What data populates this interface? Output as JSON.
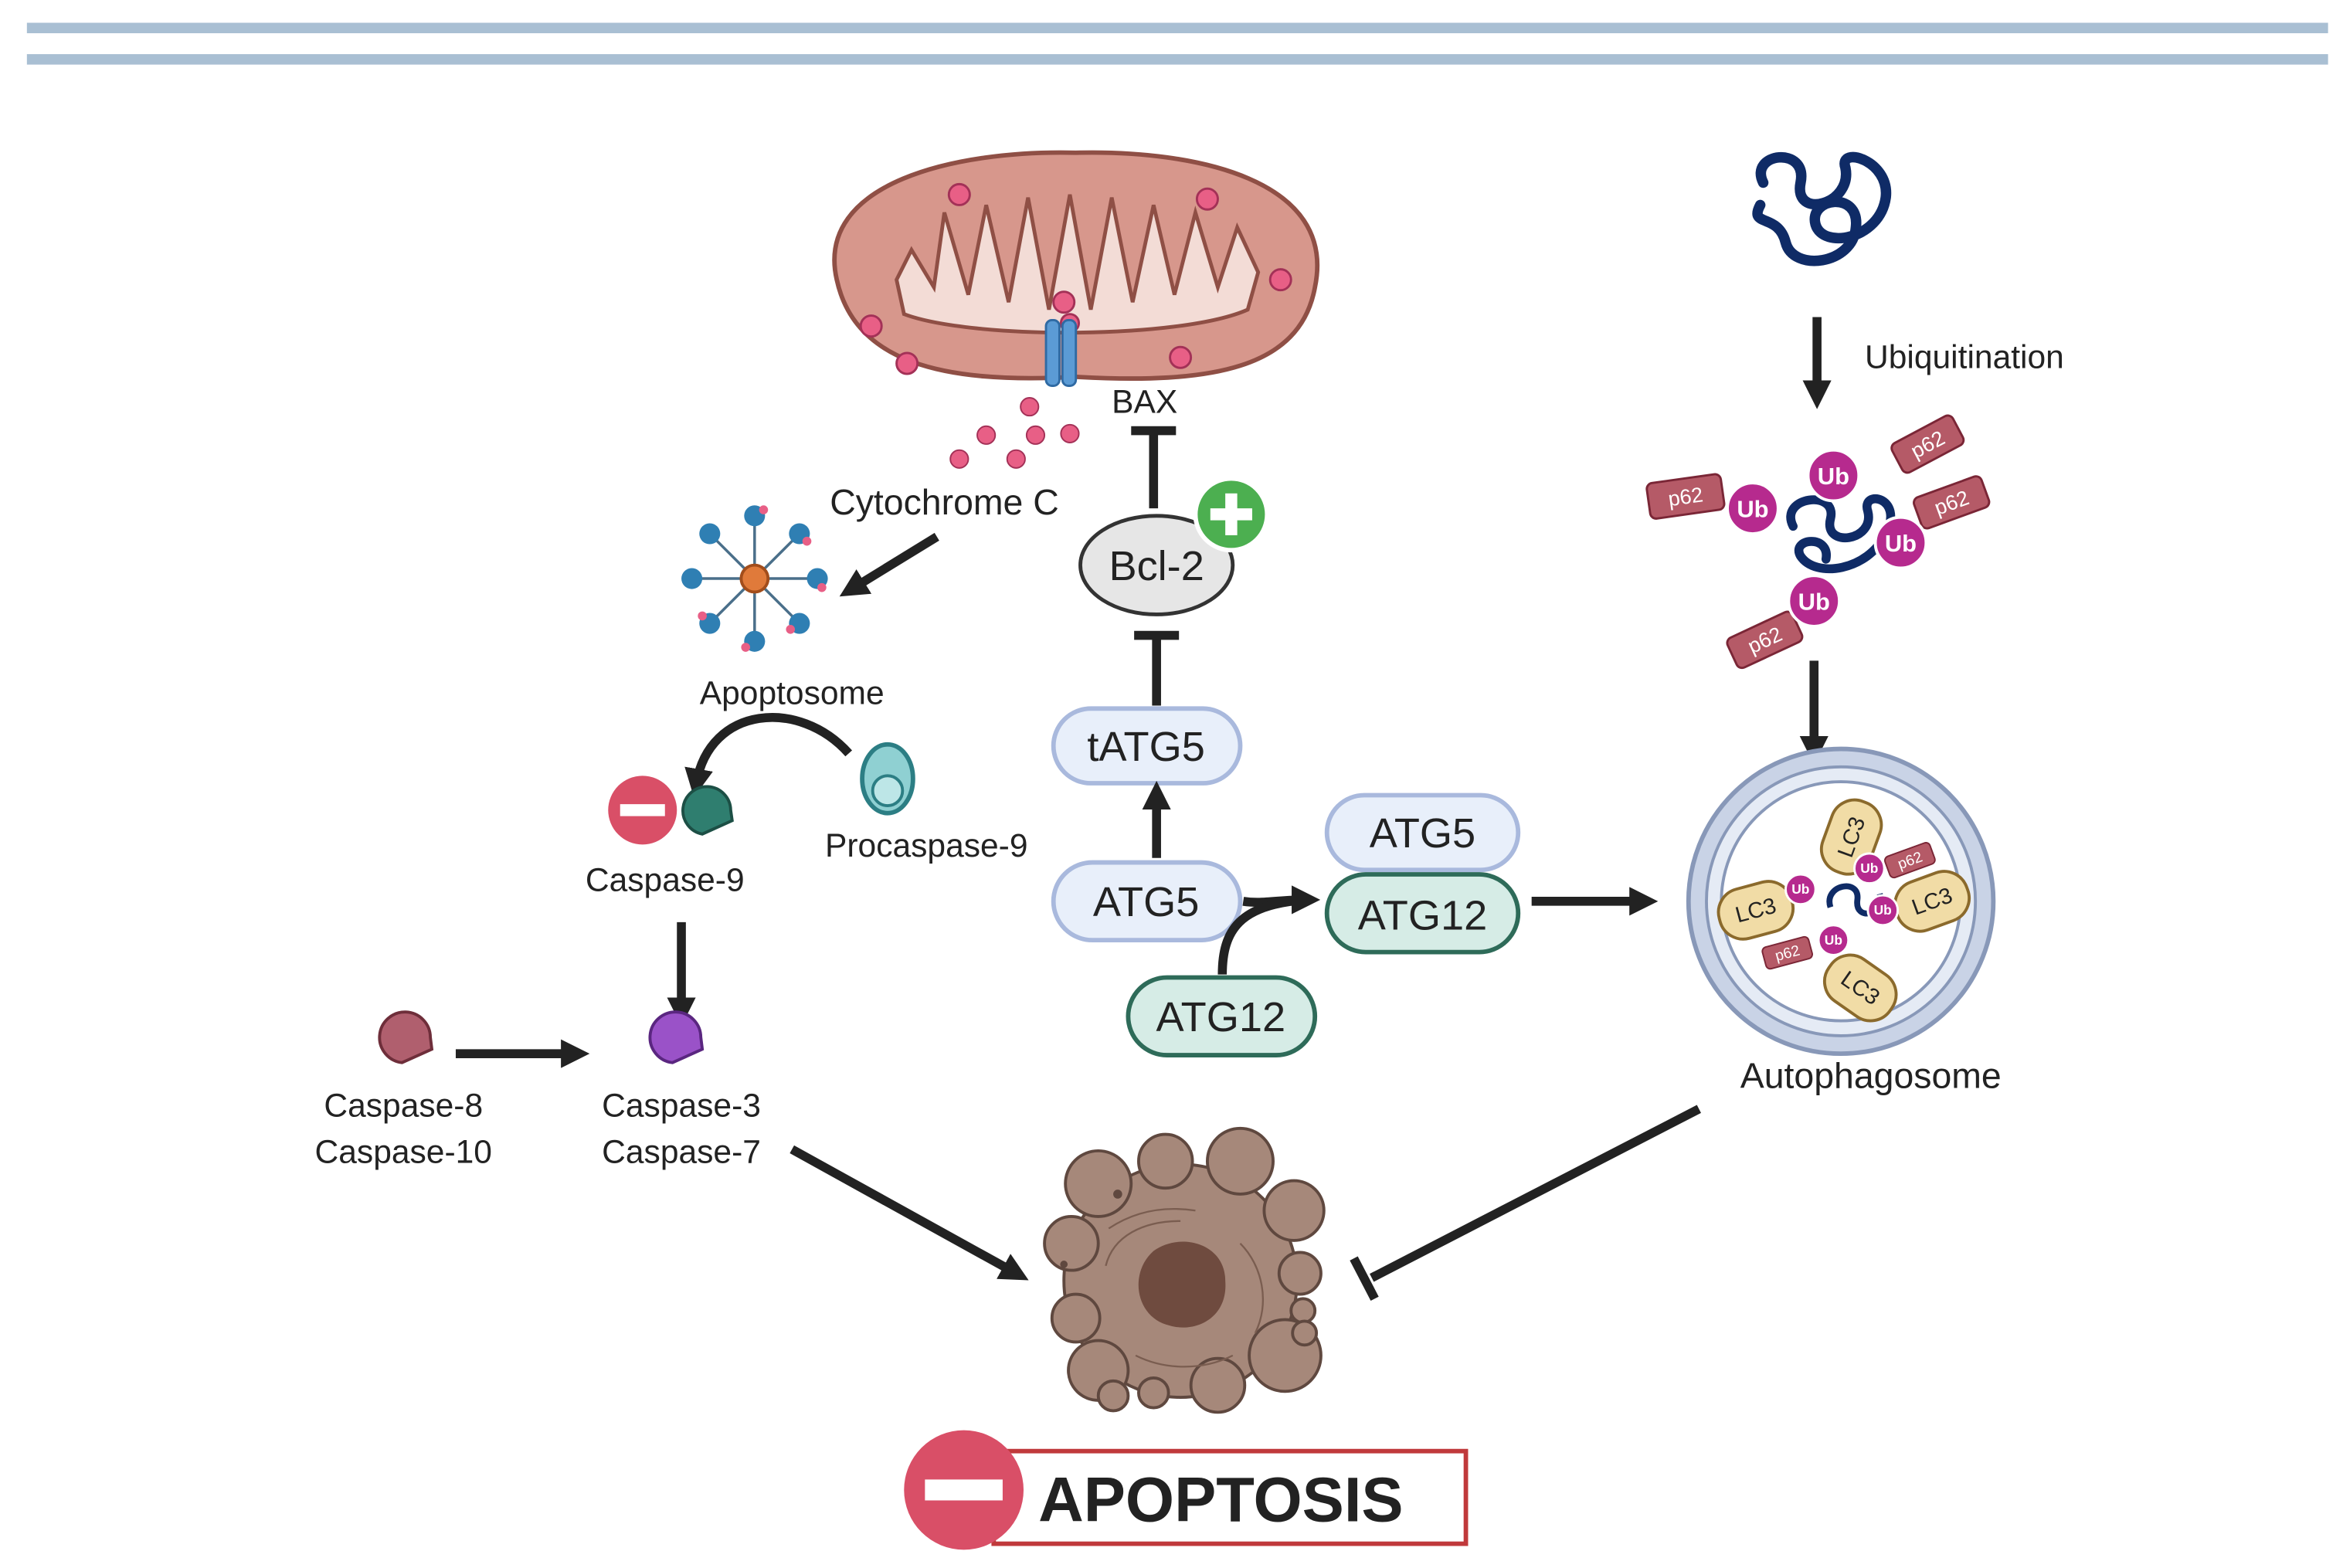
{
  "labels": {
    "bax": "BAX",
    "cytochrome_c": "Cytochrome C",
    "apoptosome": "Apoptosome",
    "caspase9": "Caspase-9",
    "procaspase9": "Procaspase-9",
    "caspase8": "Caspase-8",
    "caspase10": "Caspase-10",
    "caspase3": "Caspase-3",
    "caspase7": "Caspase-7",
    "bcl2": "Bcl-2",
    "tatg5": "tATG5",
    "atg5": "ATG5",
    "atg12": "ATG12",
    "complex_atg5": "ATG5",
    "complex_atg12": "ATG12",
    "ubiquitination": "Ubiquitination",
    "autophagosome": "Autophagosome",
    "apoptosis": "APOPTOSIS",
    "ub": "Ub",
    "p62": "p62",
    "lc3": "LC3"
  },
  "colors": {
    "header_band": "#a9bfd3",
    "mito_outer": "#d7978c",
    "mito_edge": "#8f4f45",
    "mito_inner": "#f3dcd6",
    "granule": "#e85f86",
    "bax": "#3a86c6",
    "cytochrome_text": "#c03b8f",
    "arrow": "#222222",
    "bcl2_fill": "#e6e6e6",
    "plus_green": "#4caf50",
    "atg_pill": "#e8effa",
    "atg_pill_edge": "#a9b9dd",
    "atg12_pill": "#d6ece6",
    "atg12_pill_edge": "#2e6b59",
    "inhibit_red": "#d94f67",
    "apoptosis_border": "#c0393b",
    "caspase9": "#2f7e6f",
    "caspase8": "#b05f6e",
    "caspase3": "#9a52c8",
    "ub": "#b62a8e",
    "p62": "#b55a67",
    "protein": "#0f2b66",
    "lc3": "#f1dca6",
    "cell_body": "#a6887a"
  },
  "icons": [
    "mitochondrion-icon",
    "bax-channel-icon",
    "apoptosome-icon",
    "procaspase9-icon",
    "caspase-icon",
    "inhibit-minus-icon",
    "activate-plus-icon",
    "protein-coil-icon",
    "ubiquitinated-protein-icon",
    "autophagosome-icon",
    "apoptotic-cell-icon"
  ]
}
